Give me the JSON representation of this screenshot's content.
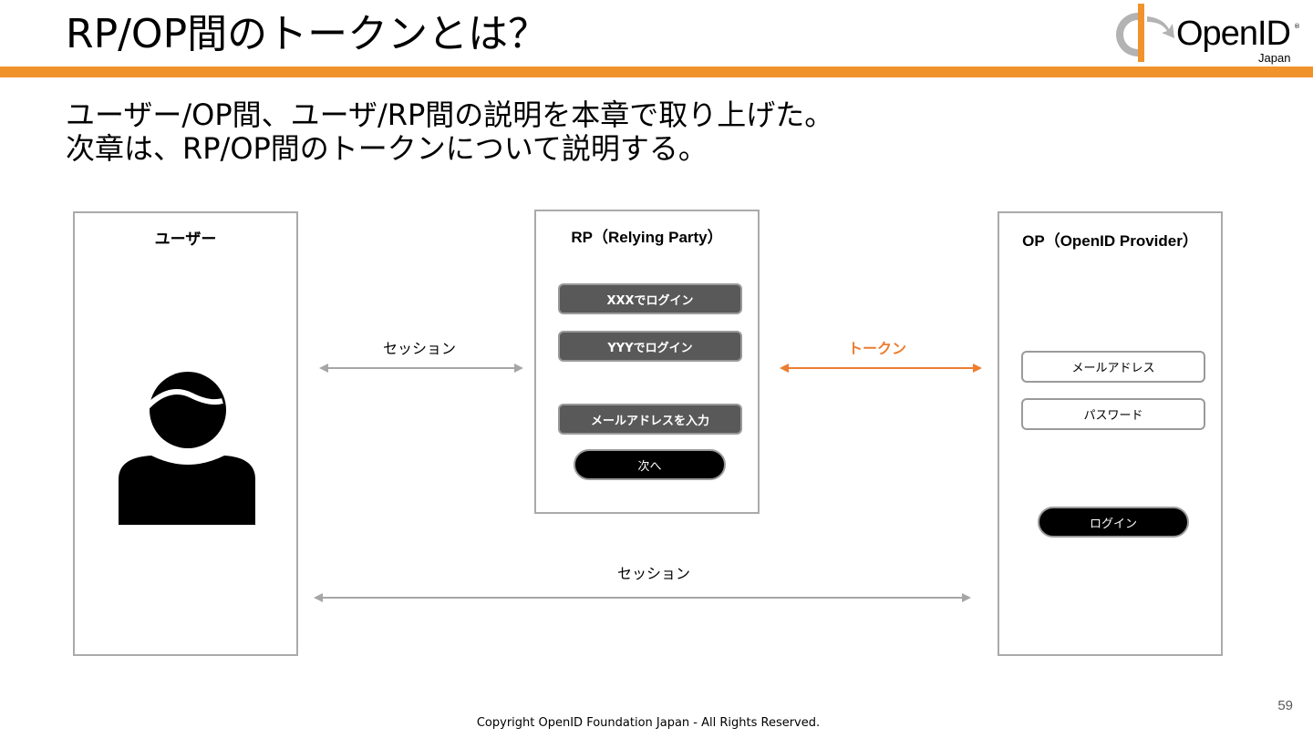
{
  "slide": {
    "title": "RP/OP間のトークンとは？",
    "subtitle_line1": "ユーザー/OP間、ユーザ/RP間の説明を本章で取り上げた。",
    "subtitle_line2": "次章は、RP/OP間のトークンについて説明する。",
    "page_number": "59",
    "copyright": "Copyright OpenID Foundation Japan - All Rights Reserved.",
    "accent_color": "#f0932b"
  },
  "logo": {
    "word": "OpenID",
    "sub": "Japan",
    "registered": "®",
    "colors": {
      "gray": "#b3b3b3",
      "orange": "#f0932b"
    }
  },
  "diagram": {
    "user_panel": {
      "title": "ユーザー",
      "icon": "person-icon"
    },
    "rp_panel": {
      "title": "RP（Relying Party）",
      "login_xxx": "XXXでログイン",
      "login_yyy": "YYYでログイン",
      "email_input": "メールアドレスを入力",
      "next": "次へ"
    },
    "op_panel": {
      "title": "OP（OpenID Provider）",
      "email_field": "メールアドレス",
      "password_field": "パスワード",
      "login": "ログイン"
    },
    "session_label_top": "セッション",
    "token_label": "トークン",
    "session_label_bottom": "セッション",
    "colors": {
      "arrow_gray": "#a6a6a6",
      "token_orange": "#ed7d31"
    }
  }
}
